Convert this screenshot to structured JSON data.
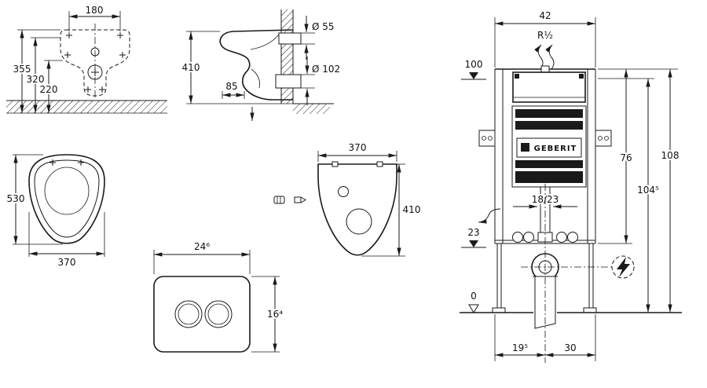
{
  "sheet": {
    "bg": "#ffffff",
    "ink": "#1a1a1a"
  },
  "views": {
    "front": {
      "dims": {
        "w": "180",
        "h1": "355",
        "h2": "320",
        "h3": "220"
      }
    },
    "side": {
      "dims": {
        "h": "410",
        "off": "85",
        "d1": "Ø 55",
        "d2": "Ø 102"
      }
    },
    "bowl": {
      "dims": {
        "h": "530",
        "w": "370"
      }
    },
    "plate": {
      "dims": {
        "w": "24⁶",
        "h": "16⁴"
      }
    },
    "pad": {
      "dims": {
        "w": "370",
        "h": "410"
      }
    },
    "frame": {
      "brand": "GEBERIT",
      "dims": {
        "w": "42",
        "thread": "R½",
        "lvl_top": "100",
        "inner_h": "76",
        "frame_h": "104⁵",
        "total_h": "108",
        "mid": "18/23",
        "lvl_out": "23",
        "lvl_floor": "0",
        "bl": "19⁵",
        "br": "30"
      }
    }
  }
}
